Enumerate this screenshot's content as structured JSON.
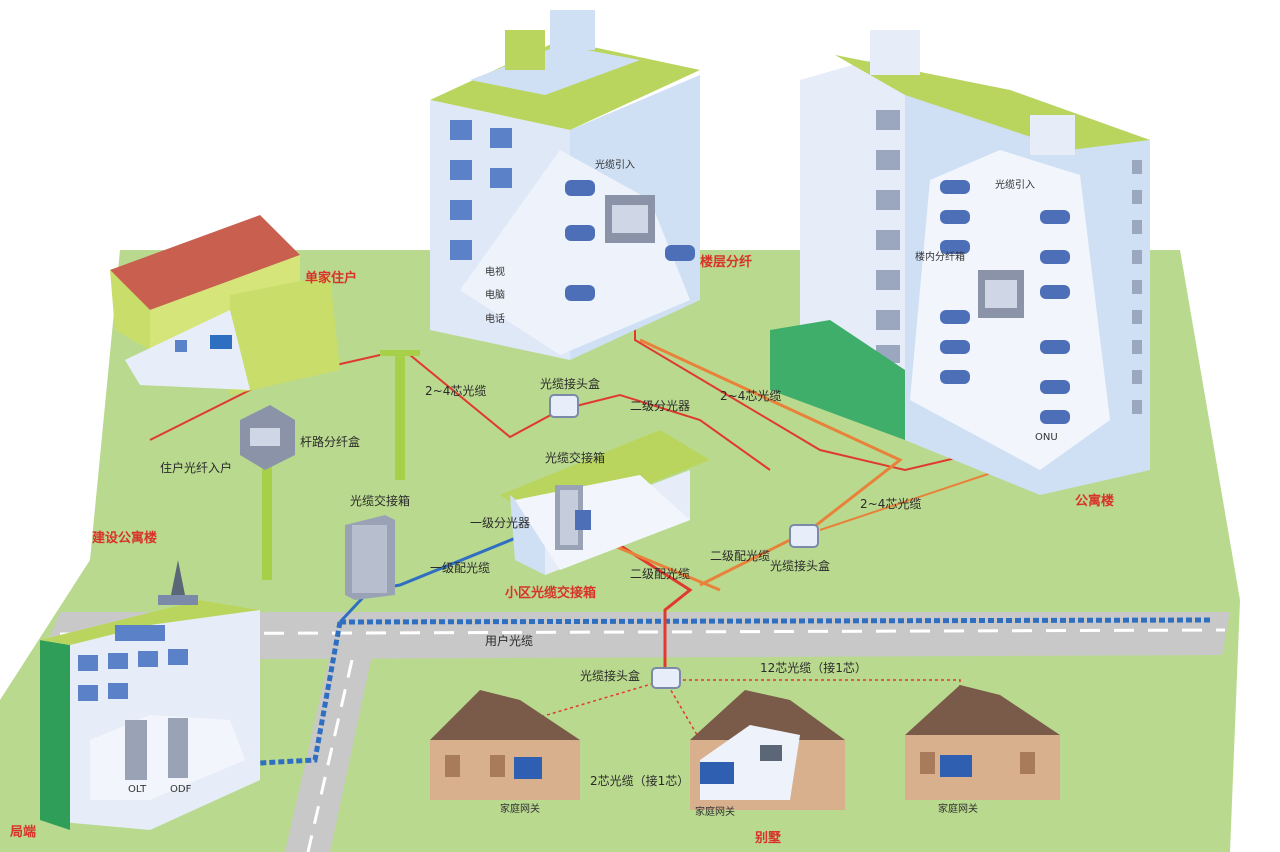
{
  "colors": {
    "ground": "#b9d98f",
    "road": "#c8c8c8",
    "road_line": "#ffffff",
    "fiber_red": "#e03a2e",
    "fiber_orange": "#e8823a",
    "fiber_blue": "#2f6fc1",
    "pole": "#a8cf4a",
    "building_blue": "#cfe0f5",
    "window_blue": "#5b82c8",
    "roof_red": "#c9604f",
    "house_roof": "#7a5a48",
    "house_wall": "#d8b08e",
    "label_red": "#d8332a"
  },
  "labels": {
    "sfu_building": "单家住户",
    "sub_distribution_top": "楼层分纤",
    "office_building": "公寓楼",
    "multi_dwelling": "建设公寓楼",
    "pole_split_box": "杆路分纤盒",
    "household_fiber": "住户光纤入户",
    "cable_joint_top": "光缆接头盒",
    "cable_joint_right": "光缆接头盒",
    "cable_joint_bottom": "光缆接头盒",
    "district_box": "小区光缆交接箱",
    "district_box_inner": "光缆交接箱",
    "one_level_split": "一级分光器",
    "secondary_split": "二级分光器",
    "trunk_fiber_left": "一级配光缆",
    "trunk_fiber_mid": "二级配光缆",
    "trunk_fiber_right": "二级配光缆",
    "cable_2_4_a": "2~4芯光缆",
    "cable_2_4_b": "2~4芯光缆",
    "cable_2_4_c": "2~4芯光缆",
    "user_cable": "用户光缆",
    "central_office": "局端",
    "villa": "别墅",
    "twelve_core": "12芯光缆（接1芯）",
    "two_core": "2芯光缆（接1芯）",
    "cabinet_label": "光缆交接箱",
    "home_onu_a": "家庭网关",
    "home_onu_b": "家庭网关",
    "home_onu_c": "家庭网关",
    "onu": "ONU",
    "olt": "OLT",
    "odf": "ODF",
    "device_tv": "电视",
    "device_pc": "电脑",
    "device_phone": "电话",
    "floor_box": "楼内分纤箱",
    "fiber_entry": "光缆引入",
    "entry_top": "光缆引入"
  }
}
